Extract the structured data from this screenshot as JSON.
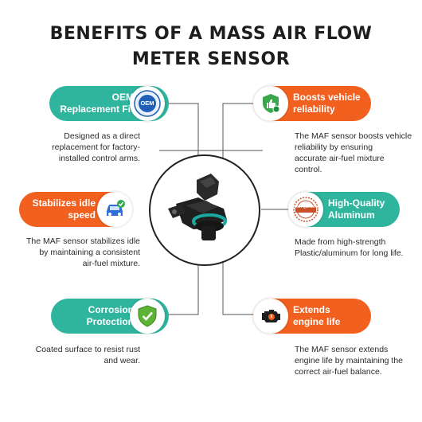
{
  "title": {
    "line1": "BENEFITS OF A MASS AIR FLOW",
    "line2": "METER SENSOR"
  },
  "colors": {
    "teal": "#2fb59e",
    "orange": "#f2601f",
    "text": "#222222"
  },
  "badge_texts": {
    "oem_top": "REPLACEMENT PART",
    "oem_center": "OEM",
    "quality_top": "HIGH QUALITY"
  },
  "benefits": [
    {
      "id": "oem",
      "label_line1": "OEM",
      "label_line2": "Replacement Fit",
      "color": "teal",
      "icon": "oem-badge-icon",
      "desc_lines": [
        "Designed as a direct",
        "replacement for factory-",
        "installed control arms."
      ]
    },
    {
      "id": "reliability",
      "label_line1": "Boosts vehicle",
      "label_line2": "reliability",
      "color": "orange",
      "icon": "thumbs-up-shield-icon",
      "desc_lines": [
        "The MAF sensor boosts vehicle",
        "reliability by ensuring",
        "accurate air-fuel mixture",
        "control."
      ]
    },
    {
      "id": "idle",
      "label_line1": "Stabilizes idle",
      "label_line2": "speed",
      "color": "orange",
      "icon": "car-check-icon",
      "desc_lines": [
        "The MAF sensor stabilizes idle",
        "by maintaining a consistent",
        "air-fuel mixture."
      ]
    },
    {
      "id": "aluminum",
      "label_line1": "High-Quality",
      "label_line2": "Aluminum",
      "color": "teal",
      "icon": "high-quality-stamp-icon",
      "desc_lines": [
        "Made from high-strength",
        "Plastic/aluminum for long life."
      ]
    },
    {
      "id": "corrosion",
      "label_line1": "Corrosion",
      "label_line2": "Protection",
      "color": "teal",
      "icon": "shield-check-icon",
      "desc_lines": [
        "Coated surface to resist rust",
        "and wear."
      ]
    },
    {
      "id": "engine",
      "label_line1": "Extends",
      "label_line2": "engine life",
      "color": "orange",
      "icon": "engine-icon",
      "desc_lines": [
        "The MAF sensor extends",
        "engine life by maintaining the",
        "correct air-fuel balance."
      ]
    }
  ]
}
